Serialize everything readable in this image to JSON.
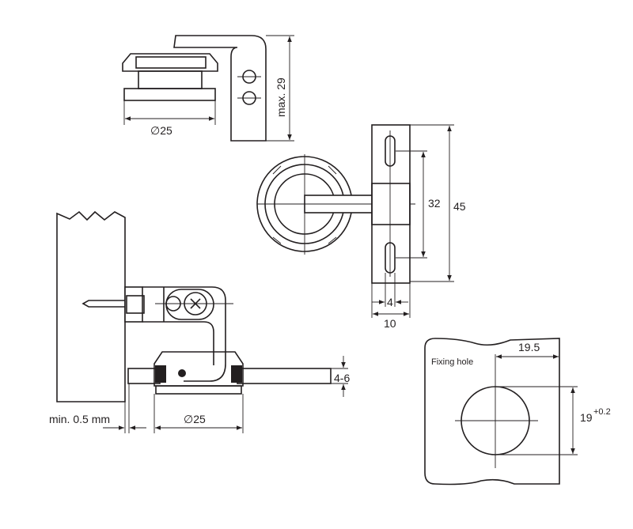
{
  "title": "Glass door hinge technical drawing",
  "top_view": {
    "diameter_label": "∅25",
    "height_label": "max. 29"
  },
  "side_view": {
    "hole_spacing_label": "32",
    "plate_height_label": "45",
    "slot_width_label": "4",
    "plate_width_label": "10"
  },
  "section_view": {
    "glass_thickness_label": "4-6",
    "gap_label": "min. 0.5 mm",
    "diameter_label": "∅25"
  },
  "fixing_hole": {
    "title": "Fixing hole",
    "offset_label": "19.5",
    "diameter_label": "19",
    "tolerance_label": "+0.2"
  },
  "colors": {
    "line": "#231f20",
    "background": "#ffffff"
  }
}
